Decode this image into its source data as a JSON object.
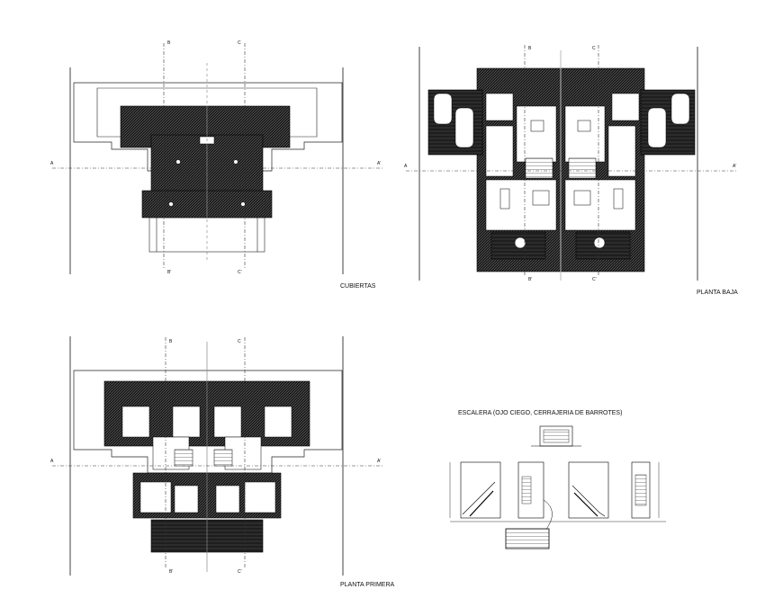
{
  "sheet": {
    "plans": [
      {
        "id": "roof",
        "label": "CUBIERTAS"
      },
      {
        "id": "ground",
        "label": "PLANTA BAJA"
      },
      {
        "id": "first",
        "label": "PLANTA PRIMERA"
      }
    ],
    "stair_title": "ESCALERA (OJO CIEGO, CERRAJERIA DE BARROTES)",
    "section_marks": {
      "a": "A",
      "a_prime": "A'",
      "b": "B",
      "b_prime": "B'",
      "c": "C",
      "c_prime": "C'"
    }
  }
}
